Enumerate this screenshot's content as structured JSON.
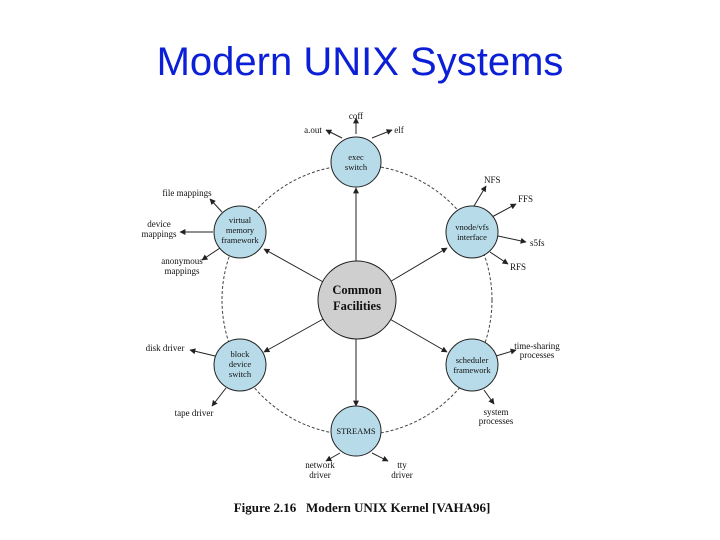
{
  "title": "Modern UNIX Systems",
  "center": {
    "line1": "Common",
    "line2": "Facilities"
  },
  "nodes": {
    "exec": [
      "exec",
      "switch"
    ],
    "vnode": [
      "vnode/vfs",
      "interface"
    ],
    "scheduler": [
      "scheduler",
      "framework"
    ],
    "streams": [
      "STREAMS"
    ],
    "block": [
      "block",
      "device",
      "switch"
    ],
    "vm": [
      "virtual",
      "memory",
      "framework"
    ]
  },
  "externals": {
    "coff": [
      "coff"
    ],
    "aout": [
      "a.out"
    ],
    "elf": [
      "elf"
    ],
    "nfs": [
      "NFS"
    ],
    "ffs": [
      "FFS"
    ],
    "s5fs": [
      "s5fs"
    ],
    "rfs": [
      "RFS"
    ],
    "timesharing": [
      "time-sharing",
      "processes"
    ],
    "system": [
      "system",
      "processes"
    ],
    "network": [
      "network",
      "driver"
    ],
    "tty": [
      "tty",
      "driver"
    ],
    "tape": [
      "tape driver"
    ],
    "disk": [
      "disk driver"
    ],
    "anon": [
      "anonymous",
      "mappings"
    ],
    "device": [
      "device",
      "mappings"
    ],
    "file": [
      "file mappings"
    ]
  },
  "caption": "Figure 2.16   Modern UNIX Kernel [VAHA96]",
  "colors": {
    "title": "#0b1fd6",
    "node_fill": "#b7dbe9",
    "center_fill": "#cfcfcf",
    "line": "#222222"
  }
}
